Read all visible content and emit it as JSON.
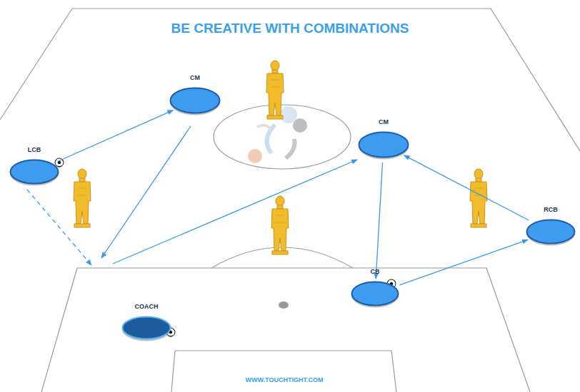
{
  "diagram": {
    "title": "BE CREATIVE WITH COMBINATIONS",
    "nodes": [
      {
        "text": [
          "CM"
        ]
      },
      {
        "text": [
          "CM"
        ]
      },
      {
        "text": [
          "LCB"
        ]
      },
      {
        "text": [
          "RCB"
        ]
      },
      {
        "text": [
          "CB"
        ]
      },
      {
        "text": [
          "COACH"
        ]
      }
    ],
    "edges": [
      {
        "from": 2,
        "to": 0,
        "arrow": "to"
      },
      {
        "from": 1,
        "to": 4,
        "arrow": "to"
      },
      {
        "from": 4,
        "to": 3,
        "arrow": "to"
      },
      {
        "from": 3,
        "to": 1,
        "arrow": "to"
      }
    ],
    "labels": [
      "WWW.TOUCHTIGHT.COM"
    ]
  }
}
